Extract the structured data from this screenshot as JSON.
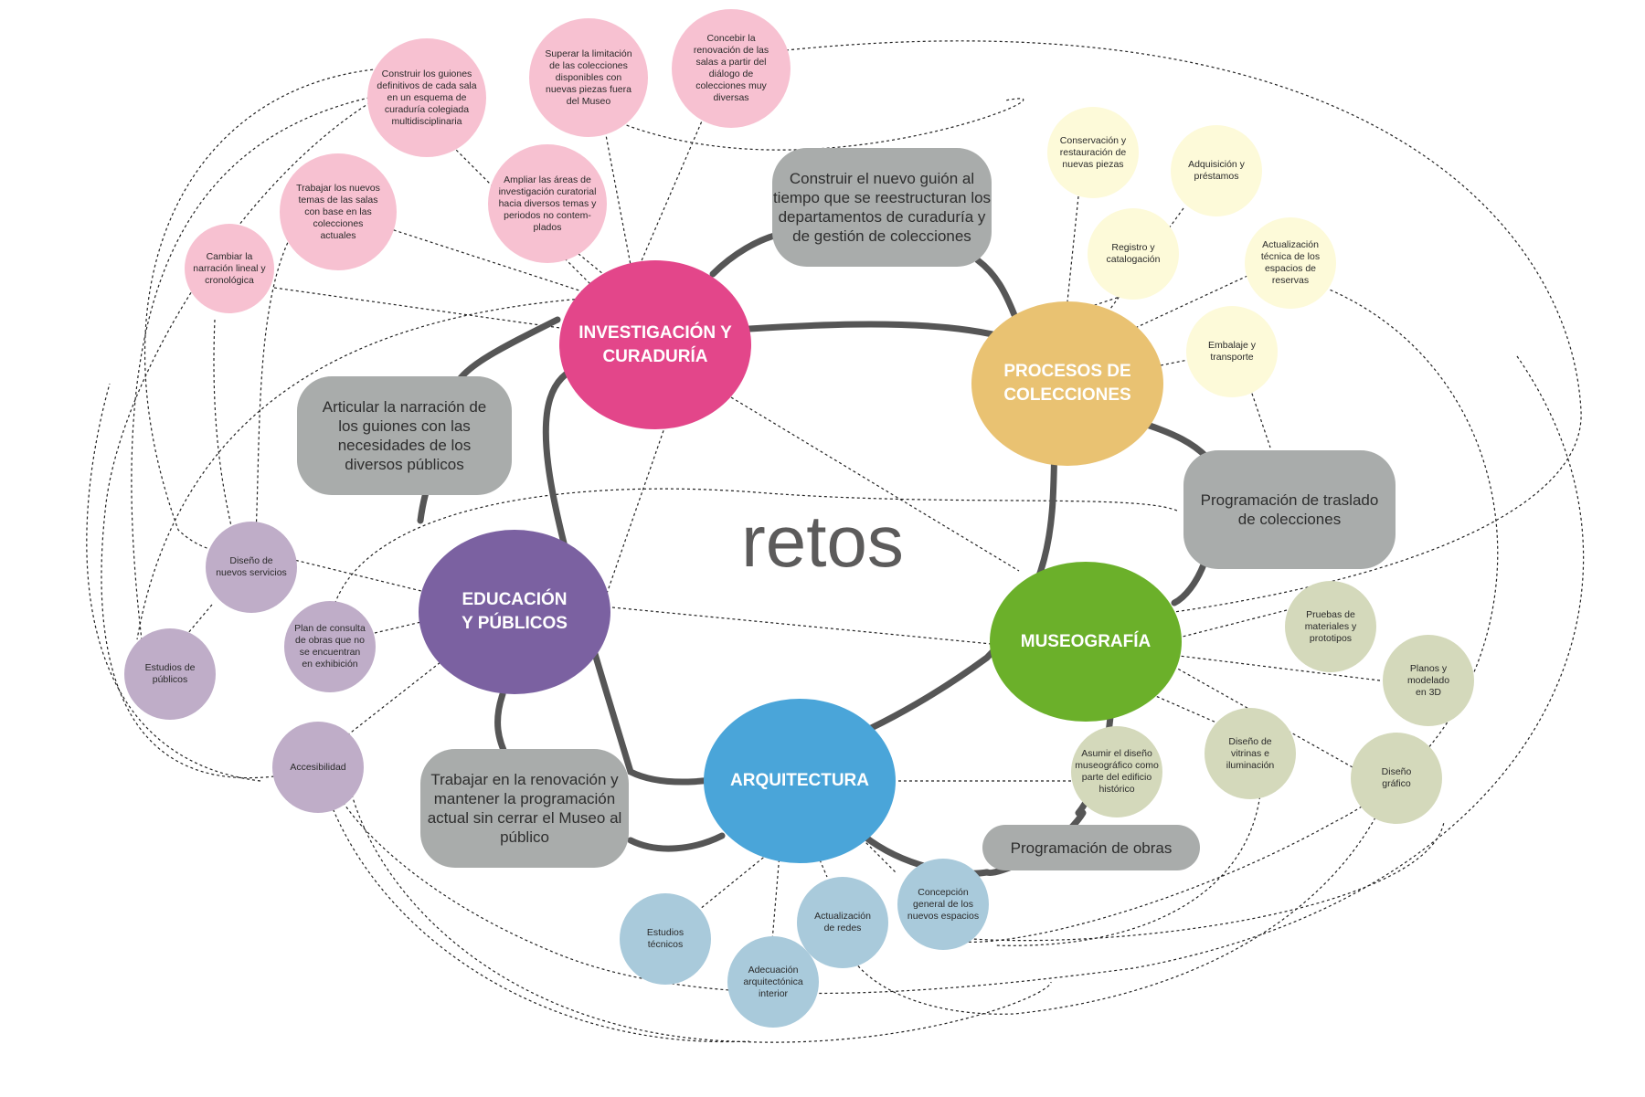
{
  "center": {
    "label": "retos"
  },
  "colors": {
    "investigacion": "#e3468a",
    "procesos": "#e9c272",
    "museografia": "#6bb02a",
    "arquitectura": "#4aa5d9",
    "educacion": "#7b61a1",
    "pink_light": "#f7c1d1",
    "yellow_light": "#fdfad9",
    "green_light": "#d4d9bb",
    "blue_light": "#a9cadb",
    "purple_light": "#bfadc8",
    "gray_box": "#a9acab",
    "ring": "#555555"
  },
  "main_nodes": {
    "investigacion": "INVESTIGACIÓN Y\nCURADURÍA",
    "procesos": "PROCESOS DE\nCOLECCIONES",
    "museografia": "MUSEOGRAFÍA",
    "arquitectura": "ARQUITECTURA",
    "educacion": "EDUCACIÓN\nY PÚBLICOS"
  },
  "gray_boxes": {
    "top": "Construir el nuevo guión al\ntiempo que se reestructuran los\ndepartamentos de curaduría y\nde gestión de colecciones",
    "left": "Articular la narración de\nlos guiones con las\nnecesidades de los\ndiversos públicos",
    "right": "Programación de traslado\nde colecciones",
    "bottom_left": "Trabajar en la renovación y\nmantener la programación\nactual sin cerrar el Museo al\npúblico",
    "bottom_right": "Programación de obras"
  },
  "pink_nodes": {
    "guiones": "Construir los guiones\ndefinitivos de cada sala\nen un esquema de\ncuraduría colegiada\nmultidisciplinaria",
    "superar": "Superar la limitación\nde las colecciones\ndisponibles con\nnuevas piezas fuera\ndel Museo",
    "concebir": "Concebir la\nrenovación de las\nsalas a partir del\ndiálogo de\ncolecciones muy\ndiversas",
    "trabajar": "Trabajar los nuevos\ntemas de las salas\ncon base en las\ncolecciones\nactuales",
    "ampliar": "Ampliar las áreas de\ninvestigación curatorial\nhacia diversos temas y\nperiodos no contem-\nplados",
    "cambiar": "Cambiar la\nnarración lineal y\ncronológica"
  },
  "yellow_nodes": {
    "conservacion": "Conservación y\nrestauración de\nnuevas piezas",
    "adquisicion": "Adquisición y\npréstamos",
    "registro": "Registro y\ncatalogación",
    "actualizacion": "Actualización\ntécnica de los\nespacios de\nreservas",
    "embalaje": "Embalaje y\ntransporte"
  },
  "green_nodes": {
    "pruebas": "Pruebas de\nmateriales y\nprototipos",
    "planos": "Planos y\nmodelado\nen 3D",
    "asumir": "Asumir el diseño\nmuseográfico como\nparte del edificio\nhistórico",
    "vitrinas": "Diseño de\nvitrinas e\niluminación",
    "grafico": "Diseño\ngráfico"
  },
  "blue_nodes": {
    "estudios_tecnicos": "Estudios\ntécnicos",
    "redes": "Actualización\nde redes",
    "adecuacion": "Adecuación\narquitectónica\ninterior",
    "concepcion": "Concepción\ngeneral de los\nnuevos espacios"
  },
  "purple_nodes": {
    "servicios": "Diseño de\nnuevos servicios",
    "publicos": "Estudios de\npúblicos",
    "plan": "Plan de consulta\nde obras que no\nse encuentran\nen exhibición",
    "accesibilidad": "Accesibilidad"
  }
}
